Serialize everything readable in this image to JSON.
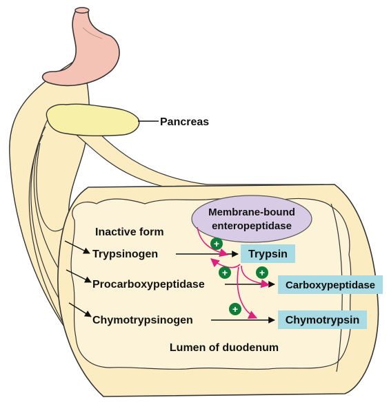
{
  "labels": {
    "pancreas": "Pancreas",
    "enzyme_line1": "Membrane-bound",
    "enzyme_line2": "enteropeptidase",
    "inactive_form": "Inactive form",
    "lumen": "Lumen of duodenum"
  },
  "zymogens": [
    "Trypsinogen",
    "Procarboxypeptidase",
    "Chymotrypsinogen"
  ],
  "active_enzymes": [
    "Trypsin",
    "Carboxypeptidase",
    "Chymotrypsin"
  ],
  "activation_symbol": "+",
  "colors": {
    "stomach": "#f5c3b6",
    "pancreas": "#f6f0a8",
    "duodenum": "#fbecc2",
    "enzyme_bubble": "#d8cbe6",
    "active_box": "#a9dbe4",
    "activation_arrow": "#e0207e",
    "plus_badge": "#0f7d3a"
  }
}
